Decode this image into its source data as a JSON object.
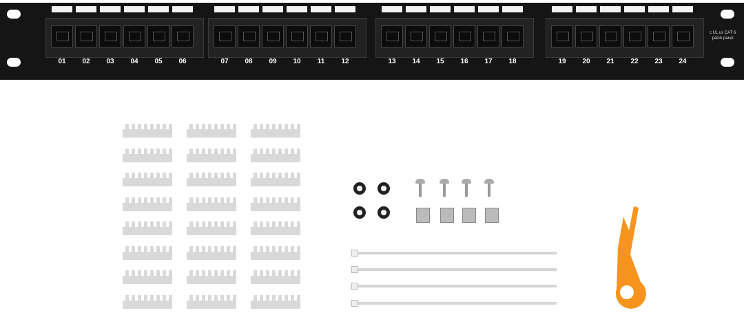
{
  "panel": {
    "port_labels": [
      "01",
      "02",
      "03",
      "04",
      "05",
      "06",
      "07",
      "08",
      "09",
      "10",
      "11",
      "12",
      "13",
      "14",
      "15",
      "16",
      "17",
      "18",
      "19",
      "20",
      "21",
      "22",
      "23",
      "24"
    ],
    "logo": {
      "mark": "c UL us",
      "rating": "CAT 6",
      "caption": "patch panel"
    }
  },
  "colors": {
    "panel": "#151515",
    "tool": "#f7941d",
    "comb": "#d9d9d9"
  }
}
